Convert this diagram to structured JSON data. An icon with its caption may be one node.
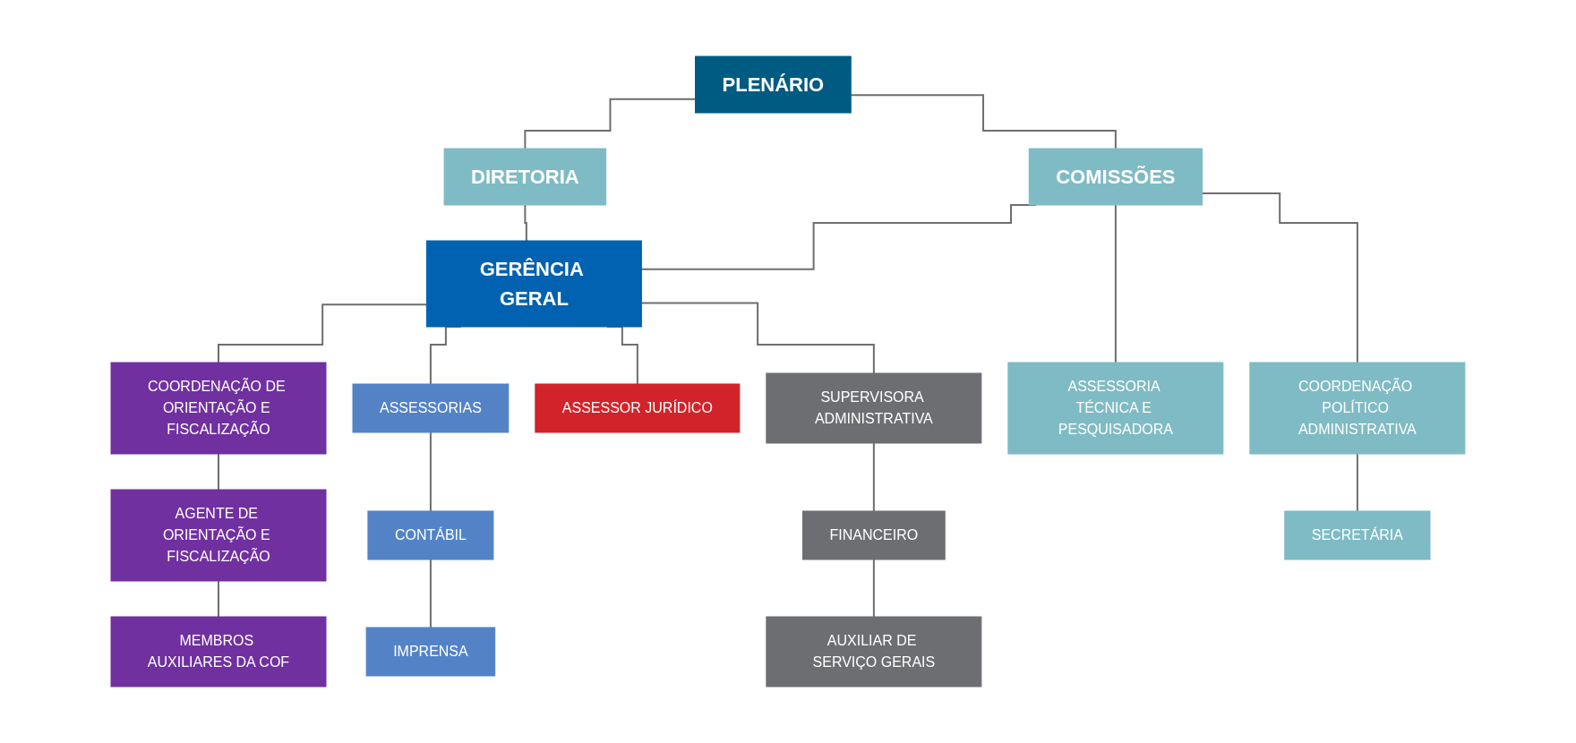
{
  "diagram": {
    "nodes": [
      {
        "text": [
          "PLENÁRIO"
        ]
      },
      {
        "text": [
          "DIRETORIA"
        ]
      },
      {
        "text": [
          "COMISSÕES"
        ]
      },
      {
        "text": [
          "GERÊNCIA GERAL"
        ]
      },
      {
        "text": [
          "COORDENAÇÃO DE ORIENTAÇÃO E FISCALIZAÇÃO"
        ]
      },
      {
        "text": [
          "AGENTE DE ORIENTAÇÃO E FISCALIZAÇÃO"
        ]
      },
      {
        "text": [
          "MEMBROS AUXILIARES DA COF"
        ]
      },
      {
        "text": [
          "ASSESSORIAS"
        ]
      },
      {
        "text": [
          "CONTÁBIL"
        ]
      },
      {
        "text": [
          "IMPRENSA"
        ]
      },
      {
        "text": [
          "ASSESSOR JURÍDICO"
        ]
      },
      {
        "text": [
          "SUPERVISORA ADMINISTRATIVA"
        ]
      },
      {
        "text": [
          "FINANCEIRO"
        ]
      },
      {
        "text": [
          "AUXILIAR DE SERVIÇO GERAIS"
        ]
      },
      {
        "text": [
          "ASSESSORIA TÉCNICA E PESQUISADORA"
        ]
      },
      {
        "text": [
          "COORDENAÇÃO POLÍTICO ADMINISTRATIVA"
        ]
      },
      {
        "text": [
          "SECRETÁRIA"
        ]
      }
    ],
    "edges": [
      {
        "from": 0,
        "to": 1,
        "arrow": "none"
      },
      {
        "from": 0,
        "to": 2,
        "arrow": "none"
      },
      {
        "from": 1,
        "to": 3,
        "arrow": "none"
      },
      {
        "from": 2,
        "to": 3,
        "arrow": "none"
      },
      {
        "from": 3,
        "to": 4,
        "arrow": "none"
      },
      {
        "from": 3,
        "to": 7,
        "arrow": "none"
      },
      {
        "from": 3,
        "to": 10,
        "arrow": "none"
      },
      {
        "from": 3,
        "to": 11,
        "arrow": "none"
      },
      {
        "from": 4,
        "to": 5,
        "arrow": "none"
      },
      {
        "from": 5,
        "to": 6,
        "arrow": "none"
      },
      {
        "from": 7,
        "to": 8,
        "arrow": "none"
      },
      {
        "from": 8,
        "to": 9,
        "arrow": "none"
      },
      {
        "from": 11,
        "to": 12,
        "arrow": "none"
      },
      {
        "from": 12,
        "to": 13,
        "arrow": "none"
      },
      {
        "from": 2,
        "to": 14,
        "arrow": "none"
      },
      {
        "from": 2,
        "to": 15,
        "arrow": "none"
      },
      {
        "from": 15,
        "to": 16,
        "arrow": "none"
      }
    ]
  }
}
